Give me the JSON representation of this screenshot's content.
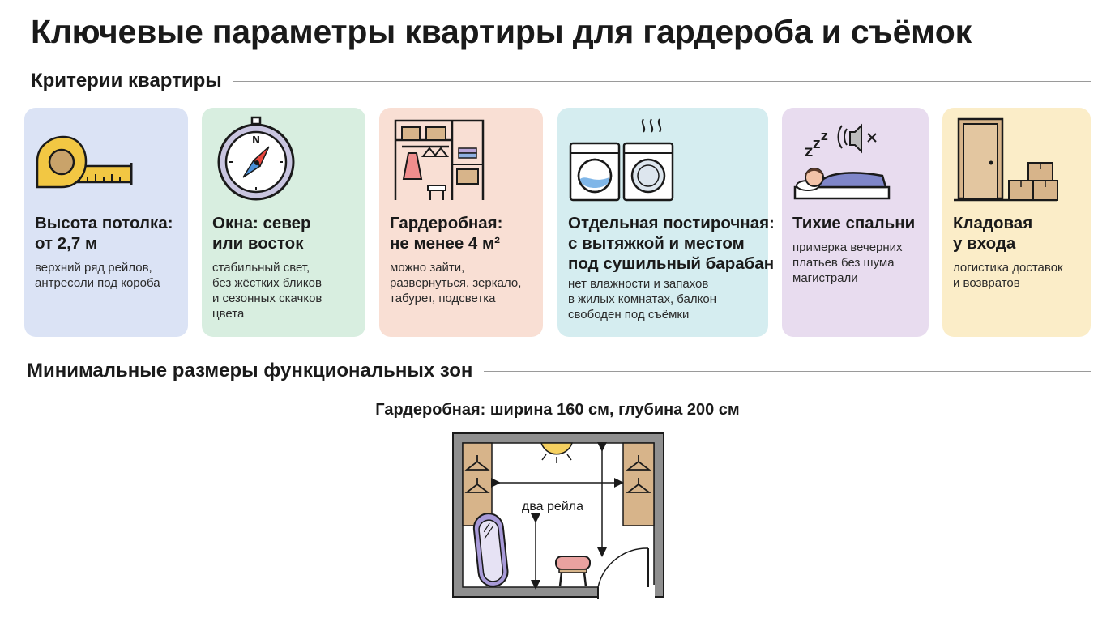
{
  "title": "Ключевые параметры квартиры для гардероба и съёмок",
  "section1": {
    "title": "Критерии квартиры"
  },
  "cards": [
    {
      "heading": [
        "Высота потолка:",
        "от 2,7 м"
      ],
      "body": [
        "верхний ряд рейлов,",
        "антресоли под короба"
      ],
      "bg": "#dbe3f5",
      "icon": "tape-measure-icon"
    },
    {
      "heading": [
        "Окна: север",
        "или восток"
      ],
      "body": [
        "стабильный свет,",
        "без жёстких бликов",
        "и сезонных скачков",
        "цвета"
      ],
      "bg": "#d8eee0",
      "icon": "compass-icon"
    },
    {
      "heading": [
        "Гардеробная:",
        "не менее 4 м²"
      ],
      "body": [
        "можно зайти,",
        "развернуться, зеркало,",
        "табурет, подсветка"
      ],
      "bg": "#f9dfd4",
      "icon": "wardrobe-icon"
    },
    {
      "heading": [
        "Отдельная постирочная:",
        "с вытяжкой и местом",
        "под сушильный барабан"
      ],
      "body": [
        "нет влажности и запахов",
        "в жилых комнатах, балкон",
        "свободен под съёмки"
      ],
      "bg": "#d5edf0",
      "icon": "washer-dryer-icon"
    },
    {
      "heading": [
        "Тихие спальни"
      ],
      "body": [
        "примерка вечерних",
        "платьев без шума",
        "магистрали"
      ],
      "bg": "#e8dcef",
      "icon": "sleeping-person-icon"
    },
    {
      "heading": [
        "Кладовая",
        "у входа"
      ],
      "body": [
        "логистика доставок",
        "и возвратов"
      ],
      "bg": "#fbedc8",
      "icon": "door-boxes-icon"
    }
  ],
  "section2": {
    "title": "Минимальные размеры функциональных зон"
  },
  "plan": {
    "title": "Гардеробная: ширина 160 см, глубина 200 см",
    "label": "два рейла"
  }
}
